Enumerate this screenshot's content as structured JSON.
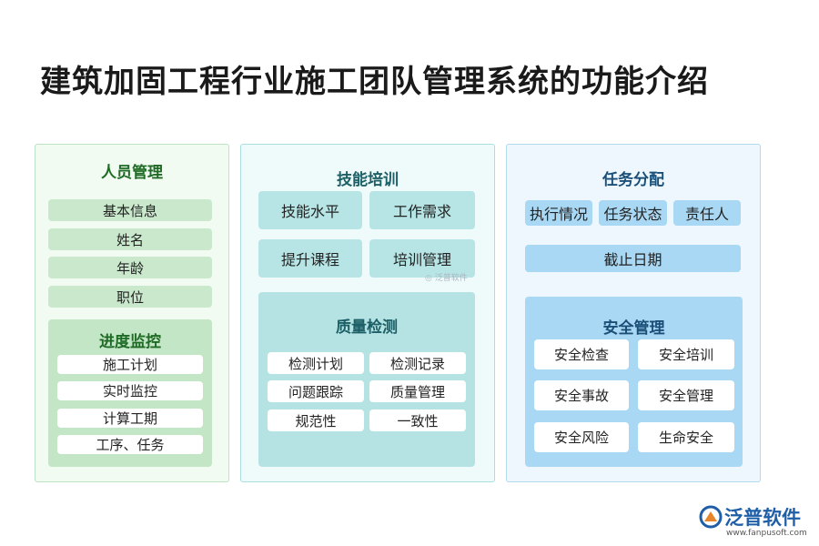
{
  "title": "建筑加固工程行业施工团队管理系统的功能介绍",
  "personnel": {
    "heading": "人员管理",
    "items": [
      "基本信息",
      "姓名",
      "年龄",
      "职位"
    ],
    "progress": {
      "heading": "进度监控",
      "items": [
        "施工计划",
        "实时监控",
        "计算工期",
        "工序、任务"
      ]
    }
  },
  "training": {
    "heading": "技能培训",
    "items": [
      "技能水平",
      "工作需求",
      "提升课程",
      "培训管理"
    ],
    "quality": {
      "heading": "质量检测",
      "items": [
        "检测计划",
        "检测记录",
        "问题跟踪",
        "质量管理",
        "规范性",
        "一致性"
      ]
    }
  },
  "tasks": {
    "heading": "任务分配",
    "items": [
      "执行情况",
      "任务状态",
      "责任人"
    ],
    "deadline": "截止日期",
    "safety": {
      "heading": "安全管理",
      "items": [
        "安全检查",
        "安全培训",
        "安全事故",
        "安全管理",
        "安全风险",
        "生命安全"
      ]
    }
  },
  "logo": {
    "name": "泛普软件",
    "url": "www.fanpusoft.com"
  },
  "colors": {
    "green_heading": "#1f6b25",
    "teal_heading": "#1d5f66",
    "blue_heading": "#1b4f78",
    "logo": "#1f5fa8"
  }
}
